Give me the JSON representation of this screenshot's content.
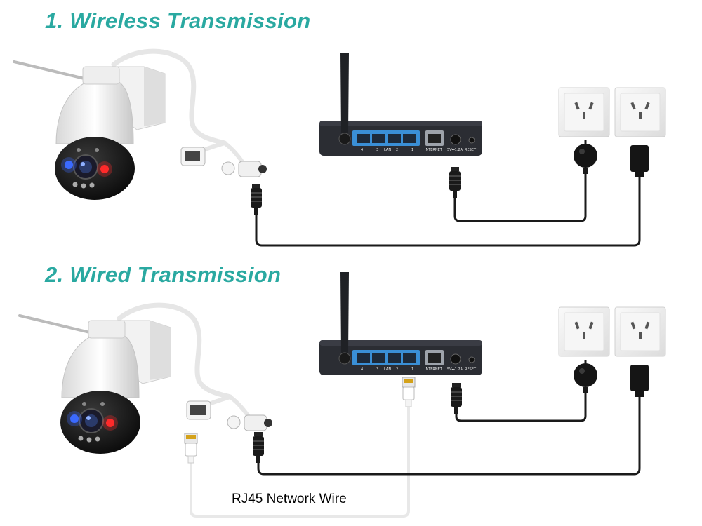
{
  "sections": [
    {
      "title": "1. Wireless Transmission"
    },
    {
      "title": "2. Wired Transmission"
    }
  ],
  "network_wire_label": "RJ45 Network Wire",
  "router_port_labels": {
    "lan_numbers": [
      "4",
      "3",
      "LAN",
      "2",
      "1"
    ],
    "internet": "INTERNET",
    "power": "5V⎓1.2A",
    "reset": "RESET"
  },
  "colors": {
    "heading": "#2aa9a1",
    "power_cable": "#1a1a1a",
    "network_cable": "#f2f2f2",
    "router_body": "#2b2d33",
    "router_ports": "#3a8fd6"
  },
  "icons": [
    "ptz-camera-icon",
    "router-icon",
    "wall-socket-icon",
    "power-adapter-icon",
    "rj45-plug-icon",
    "dc-plug-icon"
  ]
}
